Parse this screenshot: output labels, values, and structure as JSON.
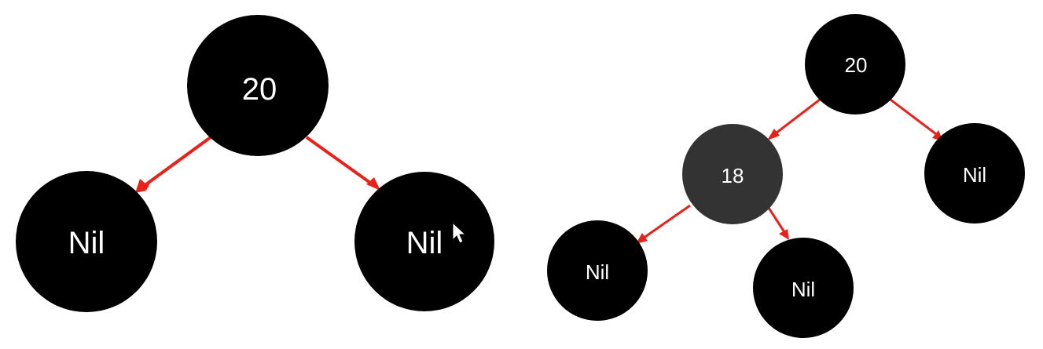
{
  "colors": {
    "background": "#ffffff",
    "node_black": "#000000",
    "node_dark_gray": "#333333",
    "edge_red": "#e8221b",
    "label_white": "#ffffff",
    "cursor": "#ffffff"
  },
  "left_tree": {
    "root": {
      "label": "20"
    },
    "left": {
      "label": "Nil"
    },
    "right": {
      "label": "Nil"
    }
  },
  "right_tree": {
    "root": {
      "label": "20"
    },
    "left": {
      "label": "18"
    },
    "right": {
      "label": "Nil"
    },
    "left_left": {
      "label": "Nil"
    },
    "left_right": {
      "label": "Nil"
    }
  },
  "cursor": {
    "icon": "mouse-pointer-icon"
  }
}
